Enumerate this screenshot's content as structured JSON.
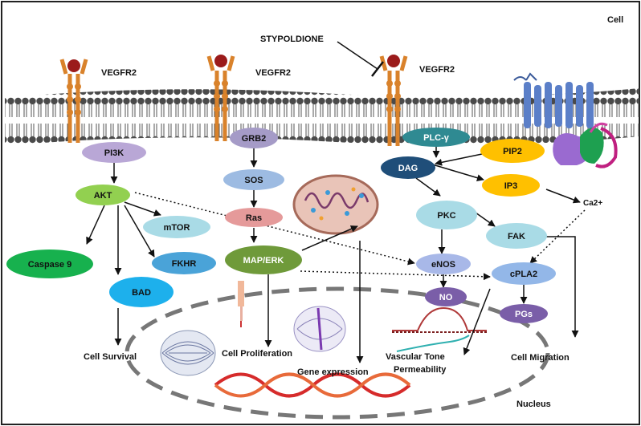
{
  "title": "",
  "labels": {
    "cell": "Cell",
    "nucleus": "Nucleus",
    "inhibitor": "STYPOLDIONE",
    "receptor_1": "VEGFR2",
    "receptor_2": "VEGFR2",
    "receptor_3": "VEGFR2",
    "ca2": "Ca2+"
  },
  "nodes": {
    "pi3k": "PI3K",
    "akt": "AKT",
    "mtor": "mTOR",
    "caspase9": "Caspase 9",
    "fkhr": "FKHR",
    "bad": "BAD",
    "grb2": "GRB2",
    "sos": "SOS",
    "ras": "Ras",
    "maperk": "MAP/ERK",
    "plcg": "PLC-γ",
    "pip2": "PIP2",
    "dag": "DAG",
    "ip3": "IP3",
    "pkc": "PKC",
    "fak": "FAK",
    "enos": "eNOS",
    "no": "NO",
    "cpla2": "cPLA2",
    "pgs": "PGs"
  },
  "outcomes": {
    "survival": "Cell Survival",
    "proliferation": "Cell Proliferation",
    "gene": "Gene expression",
    "vascular_1": "Vascular Tone",
    "vascular_2": "Permeability",
    "migration": "Cell Migration"
  },
  "colors": {
    "border": "#222222",
    "lipid_head": "#444444",
    "receptor": "#d9822b",
    "ligand": "#9b1b1b",
    "pi3k": "#b9a7d6",
    "akt": "#92d050",
    "mtor": "#a9dbe6",
    "caspase9": "#17b14e",
    "fkhr": "#4aa3d8",
    "bad": "#1db0ec",
    "grb2": "#a59bc7",
    "sos": "#9dbbe2",
    "ras": "#e59a9a",
    "maperk": "#6f9a3a",
    "plcg": "#2f8a92",
    "pip2": "#ffc000",
    "dag": "#1f4e79",
    "ip3": "#ffc000",
    "pkc": "#a9dbe6",
    "fak": "#a9dbe6",
    "enos": "#a8b8e8",
    "no": "#7a5ea8",
    "cpla2": "#93b7e8",
    "pgs": "#7a5ea8"
  }
}
